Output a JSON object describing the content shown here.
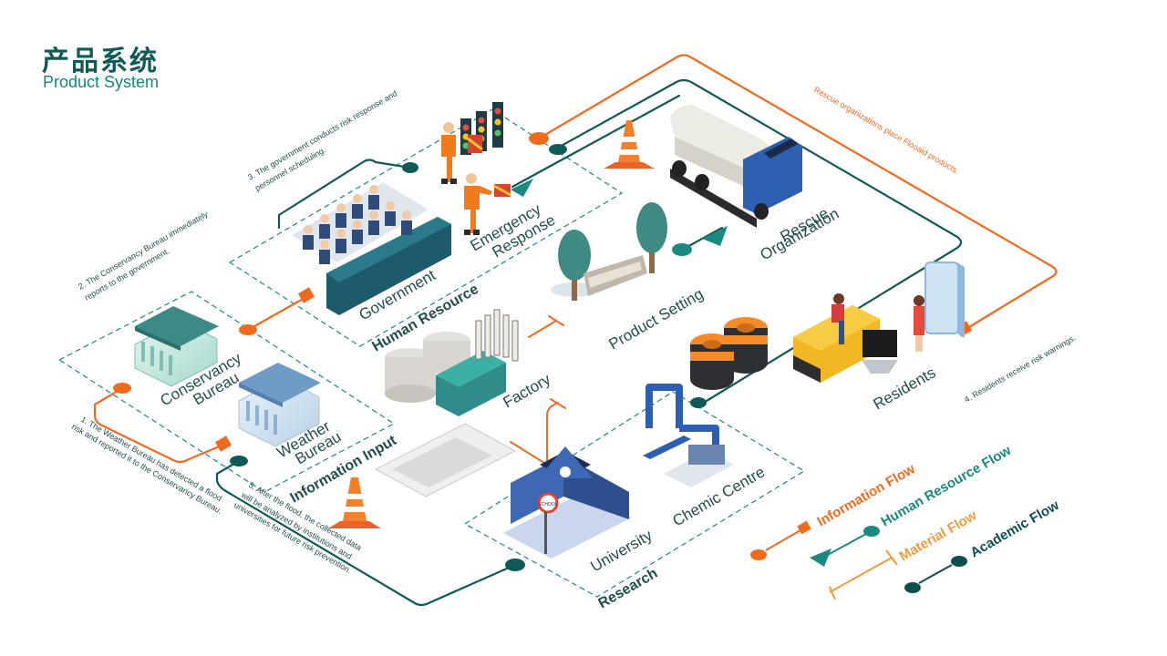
{
  "header": {
    "title_cn": "产品系统",
    "title_en": "Product System"
  },
  "labels": {
    "government": "Government",
    "human_resource": "Human Resource",
    "emergency_response_1": "Emergency",
    "emergency_response_2": "Response",
    "rescue_org_1": "Rescue",
    "rescue_org_2": "Organization",
    "product_setting": "Product Setting",
    "residents": "Residents",
    "factory": "Factory",
    "conservancy_bureau_1": "Conservancy",
    "conservancy_bureau_2": "Bureau",
    "weather_bureau_1": "Weather",
    "weather_bureau_2": "Bureau",
    "information_input": "Information Input",
    "university": "University",
    "chemic_centre": "Chemic Centre",
    "research": "Research"
  },
  "notes": {
    "note1_a": "1. The Weather Bureau has detected a flood",
    "note1_b": "risk and reported it to the Conservancy Bureau.",
    "note2_a": "2. The Conservancy Bureau  immediately",
    "note2_b": "reports to the government.",
    "note3_a": "3. The government conducts risk response and",
    "note3_b": "personnel scheduling.",
    "note4": "4. Residents receive risk warnings.",
    "note5_a": "5. After the flood, the collected data",
    "note5_b": "will be analyzed by institutions and",
    "note5_c": "universities for future risk prevention.",
    "rescue_note": "Rescue organizations place Flooaid products."
  },
  "legend": {
    "information_flow": "Information Flow",
    "human_resource_flow": "Human Resource Flow",
    "material_flow": "Material Flow",
    "academic_flow": "Academic Flow"
  },
  "colors": {
    "teal_dark": "#0e5a57",
    "teal": "#1a8a80",
    "orange": "#f06a1e",
    "orange_light": "#f59a3a",
    "deep_teal": "#0d4f4c"
  },
  "signs": {
    "school": "SCHOOL"
  }
}
